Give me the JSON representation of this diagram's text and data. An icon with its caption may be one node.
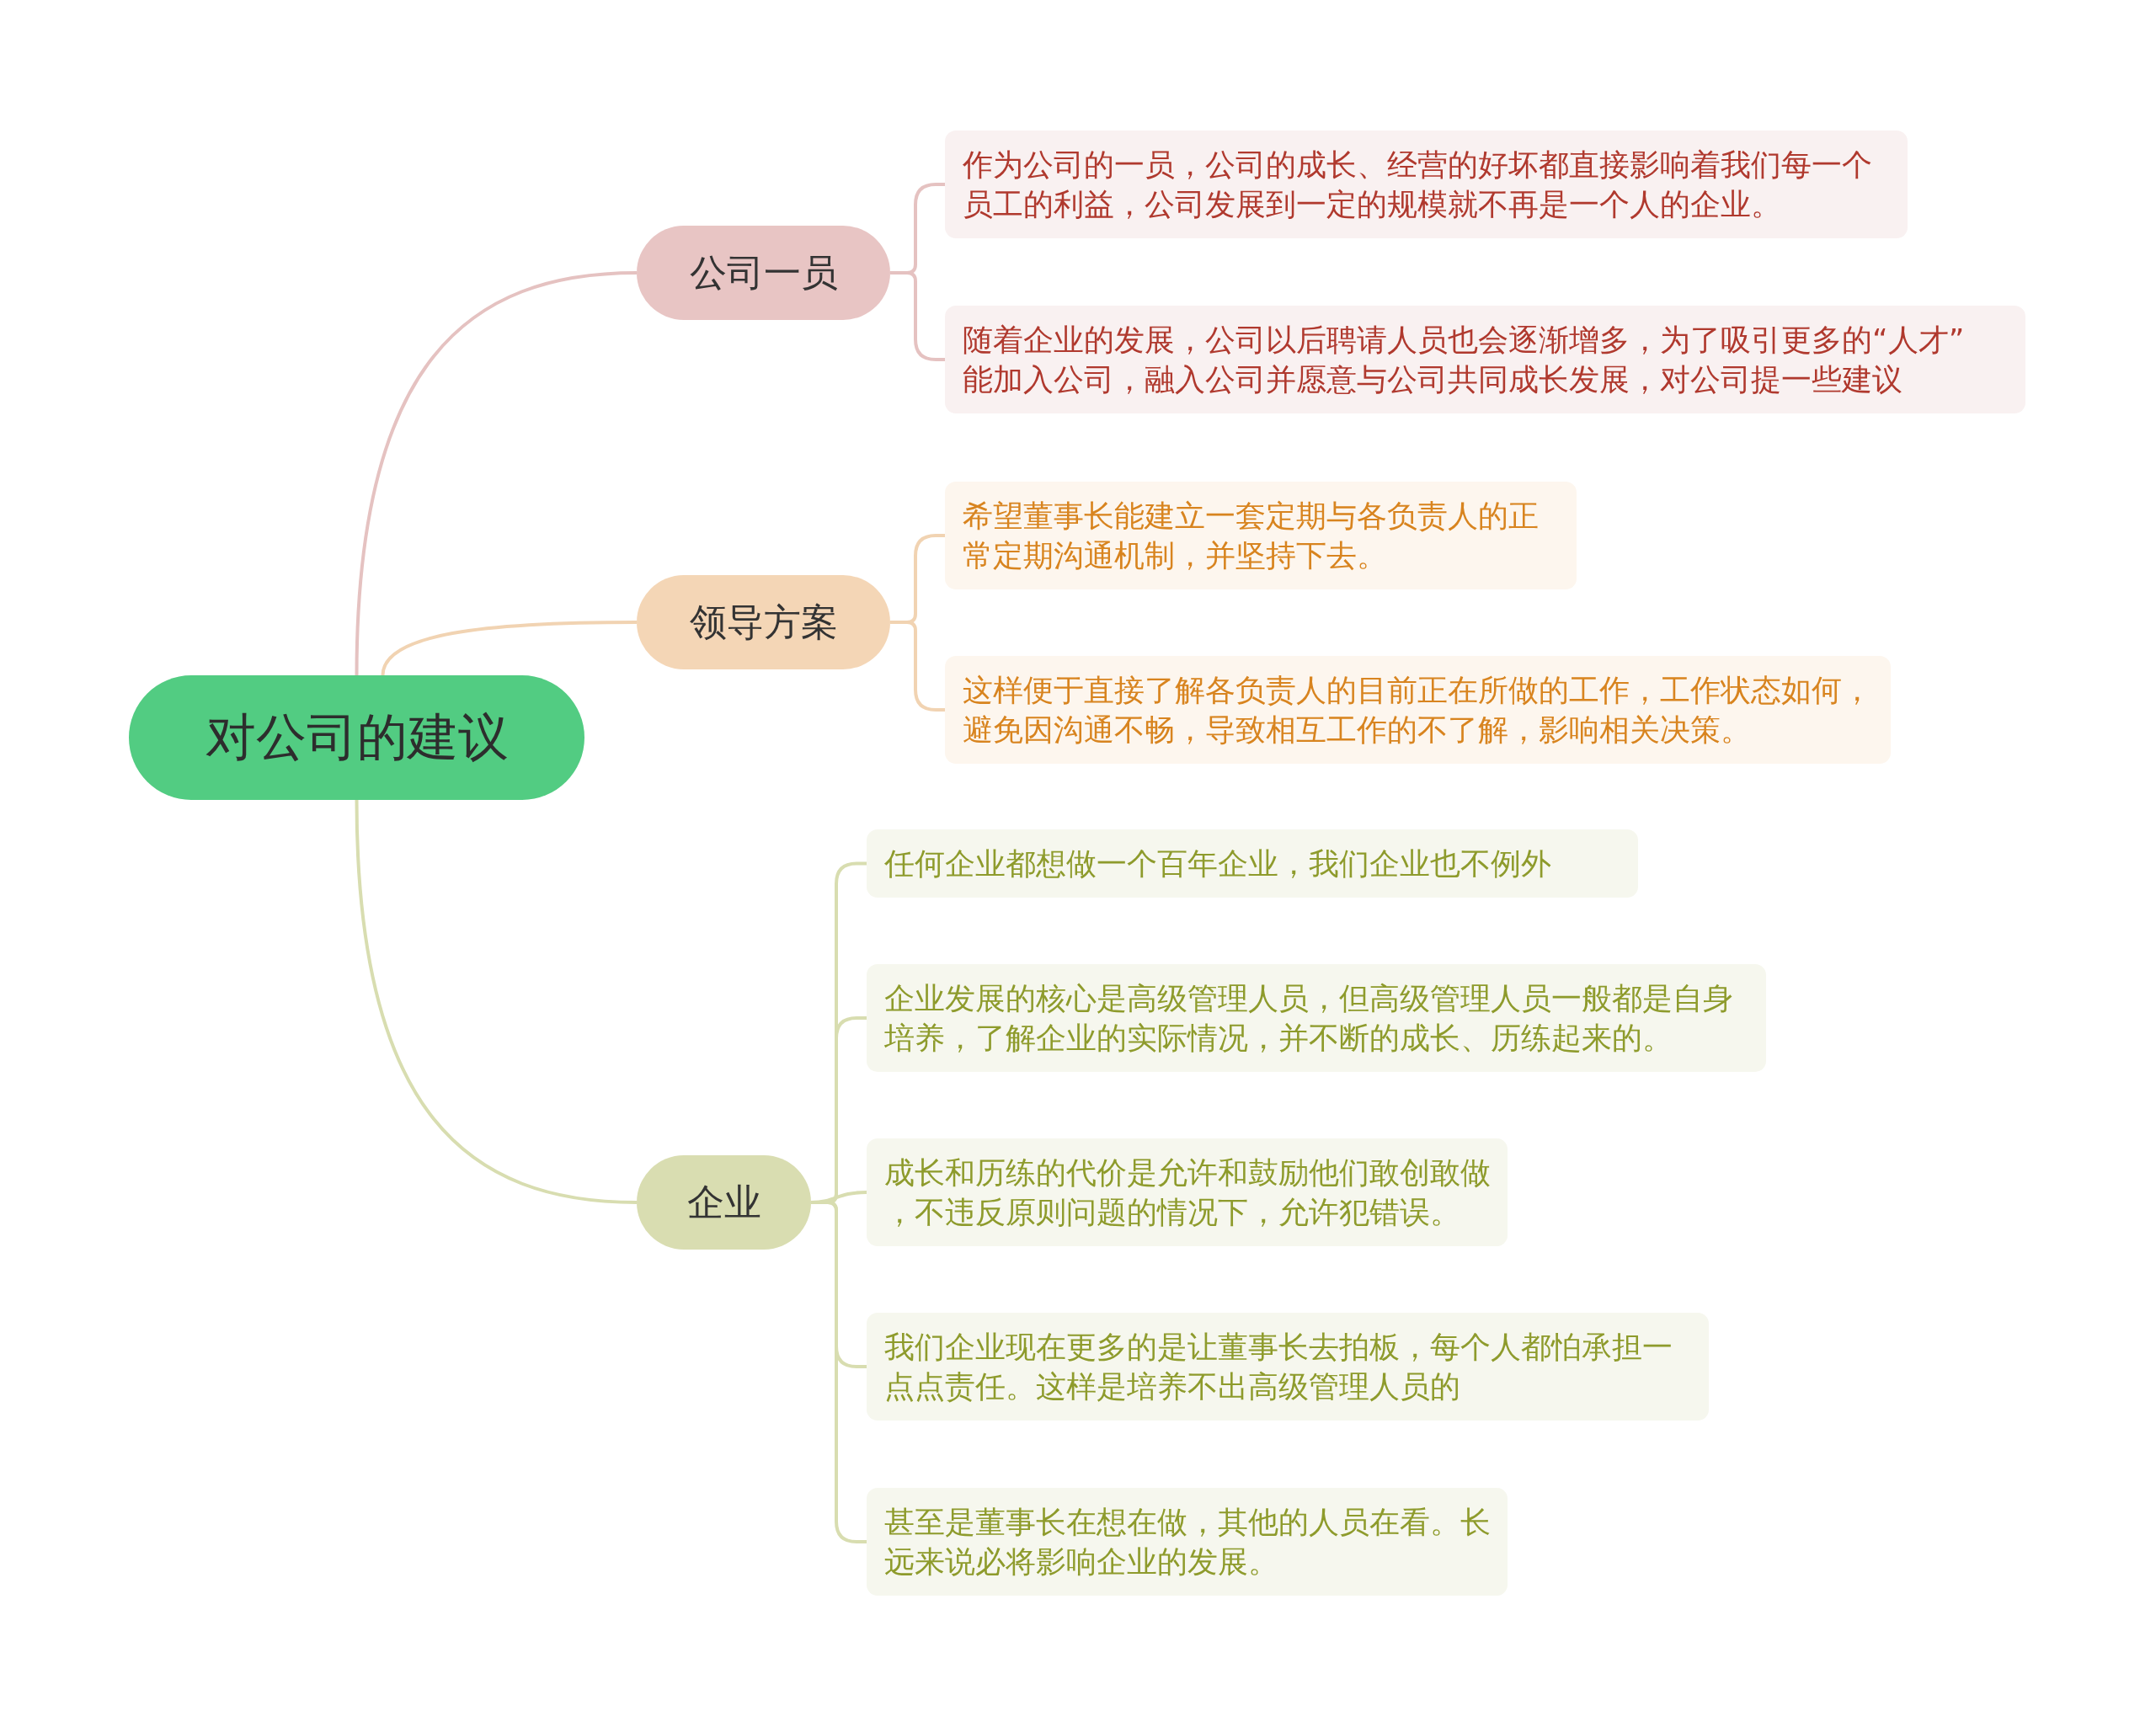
{
  "diagram": {
    "nodes": [
      {
        "text": [
          "对公司的建议"
        ]
      },
      {
        "text": [
          "公司一员"
        ]
      },
      {
        "text": [
          "作为公司的一员，公司的成长、经营的好坏都直接影响着我们每一个员工的利益，公司发展到一定的规模就不再是一个人的企业。"
        ]
      },
      {
        "text": [
          "随着企业的发展，公司以后聘请人员也会逐渐增多，为了吸引更多的“人才”能加入公司，融入公司并愿意与公司共同成长发展，对公司提一些建议"
        ]
      },
      {
        "text": [
          "领导方案"
        ]
      },
      {
        "text": [
          "希望董事长能建立一套定期与各负责人的正常定期沟通机制，并坚持下去。"
        ]
      },
      {
        "text": [
          "这样便于直接了解各负责人的目前正在所做的工作，工作状态如何，避免因沟通不畅，导致相互工作的不了解，影响相关决策。"
        ]
      },
      {
        "text": [
          "企业"
        ]
      },
      {
        "text": [
          "任何企业都想做一个百年企业，我们企业也不例外"
        ]
      },
      {
        "text": [
          "企业发展的核心是高级管理人员，但高级管理人员一般都是自身培养，了解企业的实际情况，并不断的成长、历练起来的。"
        ]
      },
      {
        "text": [
          "成长和历练的代价是允许和鼓励他们敢创敢做，不违反原则问题的情况下，允许犯错误。"
        ]
      },
      {
        "text": [
          "我们企业现在更多的是让董事长去拍板，每个人都怕承担一点点责任。这样是培养不出高级管理人员的"
        ]
      },
      {
        "text": [
          "甚至是董事长在想在做，其他的人员在看。长远来说必将影响企业的发展。"
        ]
      }
    ],
    "edges": [
      {
        "from": 0,
        "to": 1,
        "arrow": "none",
        "color": "#e5c2c1"
      },
      {
        "from": 1,
        "to": 2,
        "arrow": "none",
        "color": "#e5c2c1"
      },
      {
        "from": 1,
        "to": 3,
        "arrow": "none",
        "color": "#e5c2c1"
      },
      {
        "from": 0,
        "to": 4,
        "arrow": "none",
        "color": "#f1d3b2"
      },
      {
        "from": 4,
        "to": 5,
        "arrow": "none",
        "color": "#f1d3b2"
      },
      {
        "from": 4,
        "to": 6,
        "arrow": "none",
        "color": "#f1d3b2"
      },
      {
        "from": 0,
        "to": 7,
        "arrow": "none"
      },
      {
        "from": 7,
        "to": 8,
        "arrow": "none"
      },
      {
        "from": 7,
        "to": 9,
        "arrow": "none"
      },
      {
        "from": 7,
        "to": 10,
        "arrow": "none"
      },
      {
        "from": 7,
        "to": 11,
        "arrow": "none"
      },
      {
        "from": 7,
        "to": 12,
        "arrow": "none"
      }
    ]
  }
}
